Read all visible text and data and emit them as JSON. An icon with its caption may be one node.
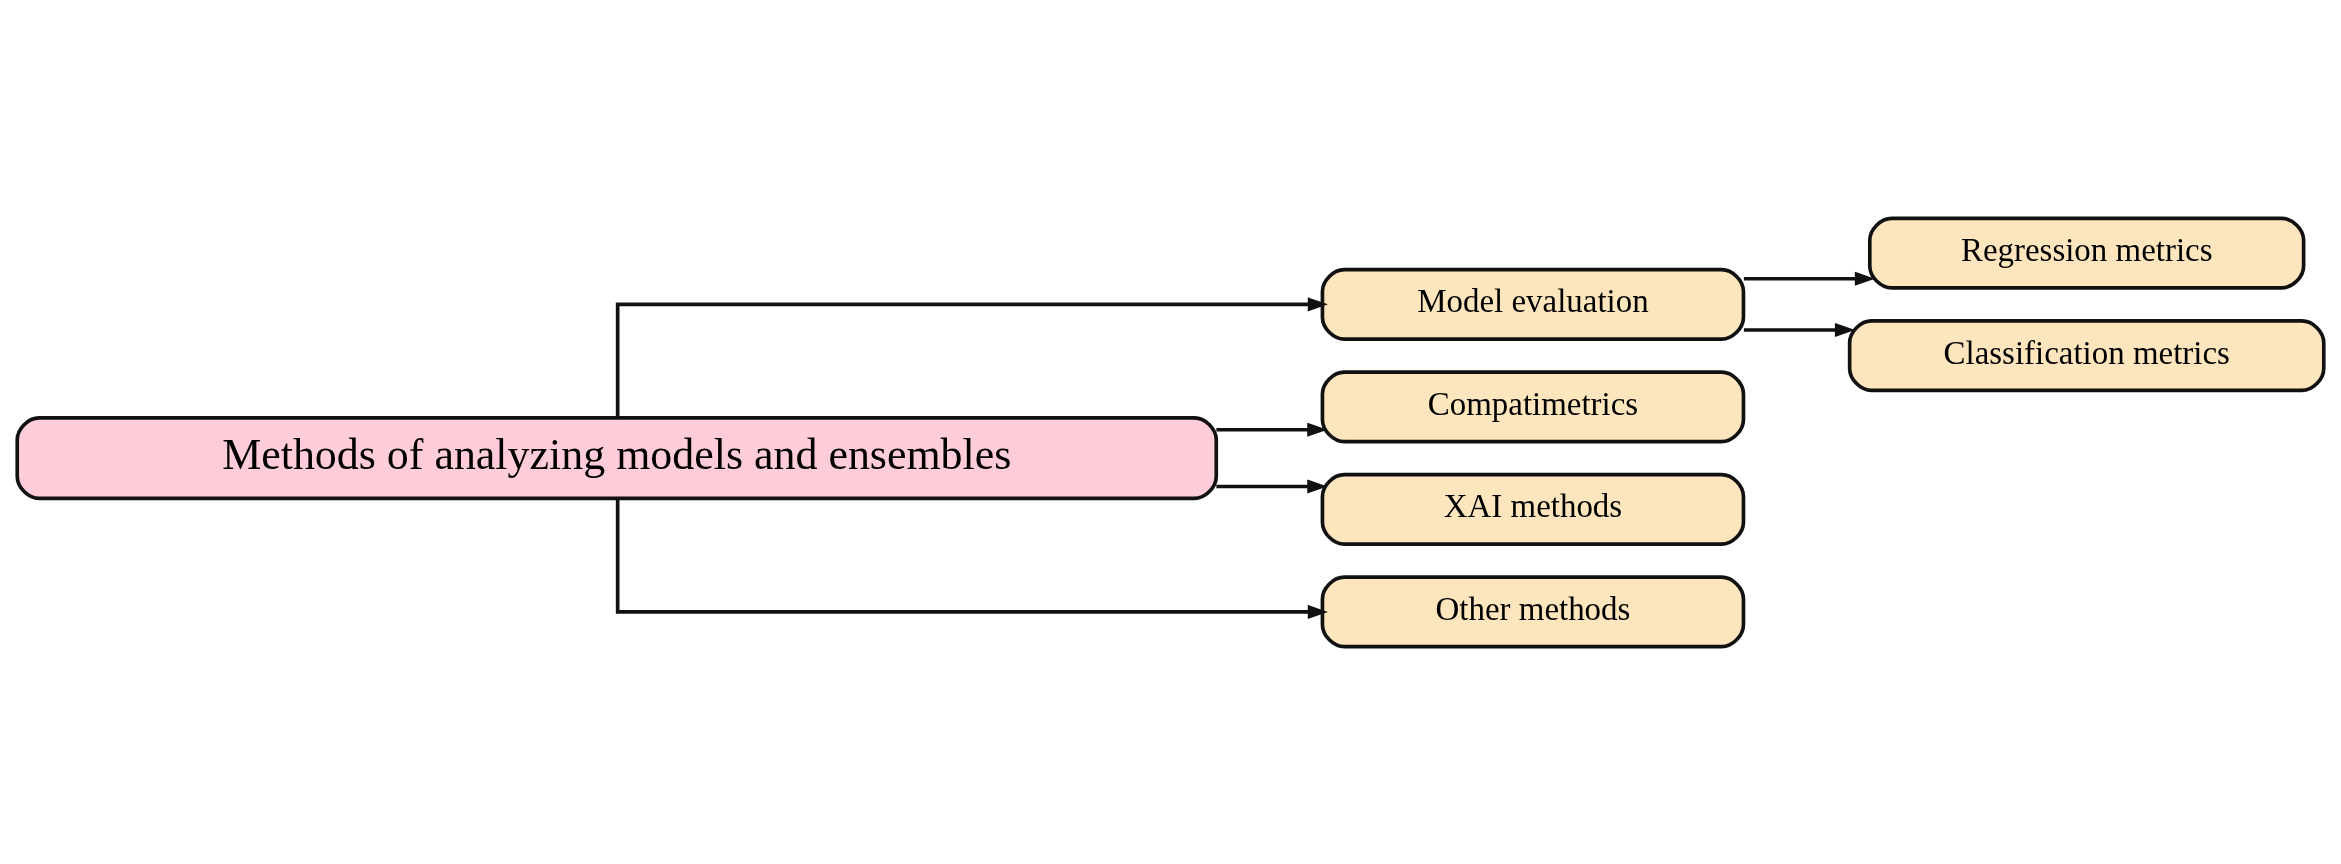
{
  "diagram": {
    "nodes": [
      {
        "text": [
          "Methods of analyzing models and ensembles"
        ]
      },
      {
        "text": [
          "Model evaluation"
        ]
      },
      {
        "text": [
          "Compatimetrics"
        ]
      },
      {
        "text": [
          "XAI methods"
        ]
      },
      {
        "text": [
          "Other methods"
        ]
      },
      {
        "text": [
          "Regression metrics"
        ]
      },
      {
        "text": [
          "Classification metrics"
        ]
      }
    ],
    "edges": [
      {
        "from": 0,
        "to": 1,
        "arrow": "to"
      },
      {
        "from": 0,
        "to": 2,
        "arrow": "to"
      },
      {
        "from": 0,
        "to": 3,
        "arrow": "to"
      },
      {
        "from": 0,
        "to": 4,
        "arrow": "to"
      },
      {
        "from": 1,
        "to": 5,
        "arrow": "to"
      },
      {
        "from": 1,
        "to": 6,
        "arrow": "to"
      }
    ]
  }
}
